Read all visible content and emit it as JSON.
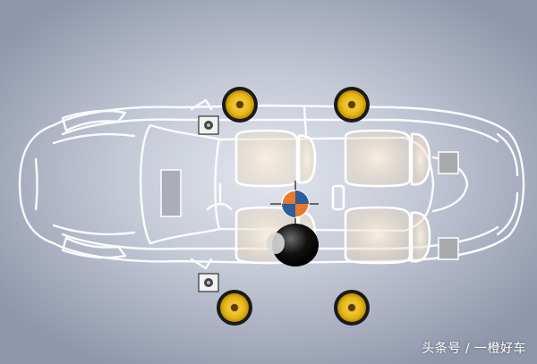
{
  "watermark": {
    "text": "头条号 / 一橙好车"
  },
  "colors": {
    "background_center": "#e3e6ee",
    "background_edge": "#8f97ab",
    "car_outline": "#ffffff",
    "seat_glow": "#f3e6d0",
    "speaker_cone": "#e2b40f",
    "speaker_ring": "#1a1a1a",
    "listener_target_orange": "#e8782a",
    "listener_target_blue": "#2e5d9a",
    "tweeter_body": "#f2f2f2"
  },
  "scene": {
    "vehicle": "sedan-top-view",
    "speakers": [
      {
        "type": "woofer",
        "position": "front-left-door"
      },
      {
        "type": "woofer",
        "position": "rear-left-door"
      },
      {
        "type": "woofer",
        "position": "front-right-door"
      },
      {
        "type": "woofer",
        "position": "rear-right-door"
      },
      {
        "type": "tweeter",
        "position": "front-left-pillar"
      },
      {
        "type": "tweeter",
        "position": "front-right-pillar"
      }
    ],
    "rear_panels": 2,
    "listener": "driver"
  }
}
